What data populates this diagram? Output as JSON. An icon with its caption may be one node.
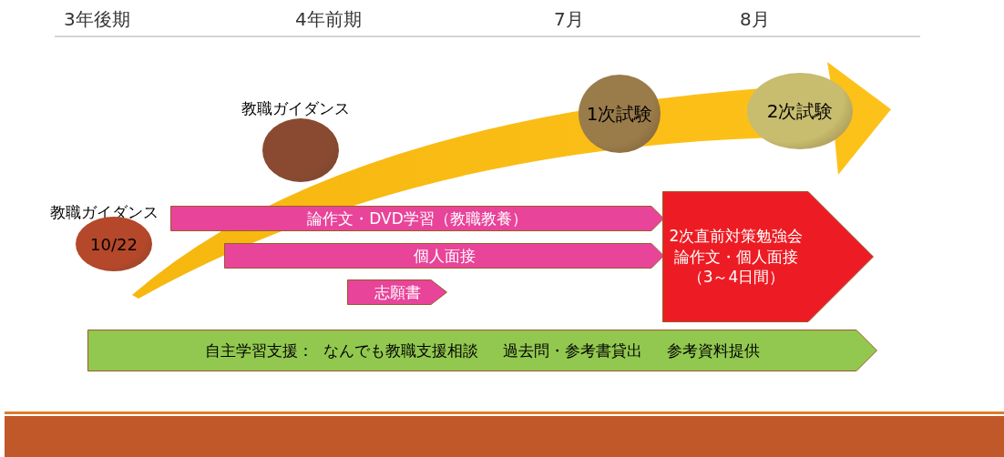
{
  "diagram": {
    "nodes": [
      {
        "text": [
          "教職ガイダンス",
          "10/22"
        ]
      },
      {
        "text": [
          "教職ガイダンス"
        ]
      },
      {
        "text": [
          "1次試験"
        ]
      },
      {
        "text": [
          "2次試験"
        ]
      },
      {
        "text": [
          "論作文・DVD学習（教職教養）"
        ]
      },
      {
        "text": [
          "個人面接"
        ]
      },
      {
        "text": [
          "志願書"
        ]
      },
      {
        "text": [
          "2次直前対策勉強会論作文・個人面接（3～4日間）"
        ]
      },
      {
        "text": [
          "自主学習支援：  なんでも教職支援相談     過去問・参考書貸出     参考資料提供"
        ]
      }
    ],
    "labels": [
      "3年後期",
      "4年前期",
      "7月",
      "8月"
    ]
  }
}
